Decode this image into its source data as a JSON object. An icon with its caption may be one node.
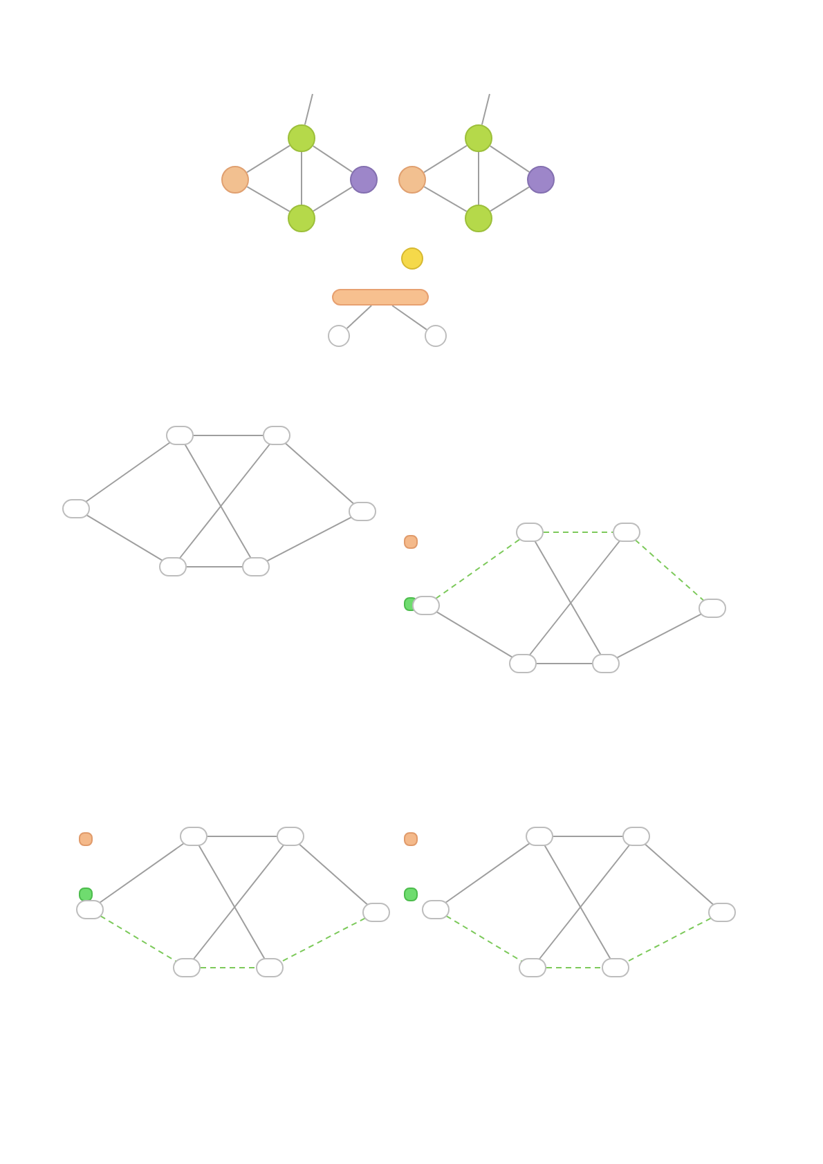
{
  "diagram": {
    "nodes": [
      {
        "text": [],
        "shape": "circle"
      },
      {
        "text": [],
        "shape": "circle"
      },
      {
        "text": [],
        "shape": "circle"
      },
      {
        "text": [],
        "shape": "circle"
      },
      {
        "text": [],
        "shape": "circle"
      },
      {
        "text": [],
        "shape": "circle"
      },
      {
        "text": [],
        "shape": "circle"
      },
      {
        "text": [],
        "shape": "circle"
      },
      {
        "text": [],
        "shape": "circle"
      },
      {
        "text": [],
        "shape": "bar"
      },
      {
        "text": [],
        "shape": "circle"
      },
      {
        "text": [],
        "shape": "circle"
      },
      {
        "text": [],
        "shape": "circle"
      },
      {
        "text": [],
        "shape": "circle"
      },
      {
        "text": [],
        "shape": "circle"
      },
      {
        "text": [],
        "shape": "circle"
      },
      {
        "text": [],
        "shape": "circle"
      },
      {
        "text": [],
        "shape": "circle"
      },
      {
        "text": [],
        "shape": "box"
      },
      {
        "text": [],
        "shape": "box"
      },
      {
        "text": [],
        "shape": "circle"
      },
      {
        "text": [],
        "shape": "circle"
      },
      {
        "text": [],
        "shape": "circle"
      },
      {
        "text": [],
        "shape": "circle"
      },
      {
        "text": [],
        "shape": "circle"
      },
      {
        "text": [],
        "shape": "circle"
      },
      {
        "text": [],
        "shape": "box"
      },
      {
        "text": [],
        "shape": "box"
      },
      {
        "text": [],
        "shape": "circle"
      },
      {
        "text": [],
        "shape": "circle"
      },
      {
        "text": [],
        "shape": "circle"
      },
      {
        "text": [],
        "shape": "circle"
      },
      {
        "text": [],
        "shape": "circle"
      },
      {
        "text": [],
        "shape": "circle"
      },
      {
        "text": [],
        "shape": "box"
      },
      {
        "text": [],
        "shape": "box"
      },
      {
        "text": [],
        "shape": "circle"
      },
      {
        "text": [],
        "shape": "circle"
      },
      {
        "text": [],
        "shape": "circle"
      },
      {
        "text": [],
        "shape": "circle"
      },
      {
        "text": [],
        "shape": "circle"
      },
      {
        "text": [],
        "shape": "circle"
      }
    ],
    "edges": [
      {
        "from": 0,
        "to": 1,
        "arrow": "none"
      },
      {
        "from": 0,
        "to": 2,
        "arrow": "none"
      },
      {
        "from": 1,
        "to": 3,
        "arrow": "none"
      },
      {
        "from": 2,
        "to": 3,
        "arrow": "none"
      },
      {
        "from": 1,
        "to": 2,
        "arrow": "none"
      },
      {
        "from": null,
        "to": 1,
        "arrow": "none"
      },
      {
        "from": 4,
        "to": 5,
        "arrow": "none"
      },
      {
        "from": 4,
        "to": 6,
        "arrow": "none"
      },
      {
        "from": 5,
        "to": 7,
        "arrow": "none"
      },
      {
        "from": 6,
        "to": 7,
        "arrow": "none"
      },
      {
        "from": 5,
        "to": 6,
        "arrow": "none"
      },
      {
        "from": null,
        "to": 5,
        "arrow": "none"
      },
      {
        "from": 9,
        "to": 10,
        "arrow": "none"
      },
      {
        "from": 9,
        "to": 11,
        "arrow": "none"
      },
      {
        "from": 14,
        "to": 12,
        "arrow": "none"
      },
      {
        "from": 14,
        "to": 16,
        "arrow": "none"
      },
      {
        "from": 12,
        "to": 13,
        "arrow": "none"
      },
      {
        "from": 13,
        "to": 15,
        "arrow": "none"
      },
      {
        "from": 15,
        "to": 17,
        "arrow": "none"
      },
      {
        "from": 16,
        "to": 17,
        "arrow": "none"
      },
      {
        "from": 12,
        "to": 17,
        "arrow": "none"
      },
      {
        "from": 13,
        "to": 16,
        "arrow": "none"
      },
      {
        "from": 22,
        "to": 20,
        "arrow": "none",
        "style": "dashed",
        "color": "#7cc95a"
      },
      {
        "from": 22,
        "to": 24,
        "arrow": "none"
      },
      {
        "from": 20,
        "to": 21,
        "arrow": "none",
        "style": "dashed",
        "color": "#7cc95a"
      },
      {
        "from": 21,
        "to": 23,
        "arrow": "none",
        "style": "dashed",
        "color": "#7cc95a"
      },
      {
        "from": 23,
        "to": 25,
        "arrow": "none"
      },
      {
        "from": 24,
        "to": 25,
        "arrow": "none"
      },
      {
        "from": 20,
        "to": 25,
        "arrow": "none"
      },
      {
        "from": 21,
        "to": 24,
        "arrow": "none"
      },
      {
        "from": 30,
        "to": 28,
        "arrow": "none"
      },
      {
        "from": 30,
        "to": 32,
        "arrow": "none",
        "style": "dashed",
        "color": "#7cc95a"
      },
      {
        "from": 28,
        "to": 29,
        "arrow": "none"
      },
      {
        "from": 29,
        "to": 31,
        "arrow": "none"
      },
      {
        "from": 31,
        "to": 33,
        "arrow": "none",
        "style": "dashed",
        "color": "#7cc95a"
      },
      {
        "from": 32,
        "to": 33,
        "arrow": "none",
        "style": "dashed",
        "color": "#7cc95a"
      },
      {
        "from": 28,
        "to": 33,
        "arrow": "none"
      },
      {
        "from": 29,
        "to": 32,
        "arrow": "none"
      },
      {
        "from": 38,
        "to": 36,
        "arrow": "none"
      },
      {
        "from": 38,
        "to": 40,
        "arrow": "none",
        "style": "dashed",
        "color": "#7cc95a"
      },
      {
        "from": 36,
        "to": 37,
        "arrow": "none"
      },
      {
        "from": 37,
        "to": 39,
        "arrow": "none"
      },
      {
        "from": 39,
        "to": 41,
        "arrow": "none",
        "style": "dashed",
        "color": "#7cc95a"
      },
      {
        "from": 40,
        "to": 41,
        "arrow": "none",
        "style": "dashed",
        "color": "#7cc95a"
      },
      {
        "from": 36,
        "to": 41,
        "arrow": "none"
      },
      {
        "from": 37,
        "to": 40,
        "arrow": "none"
      }
    ]
  }
}
